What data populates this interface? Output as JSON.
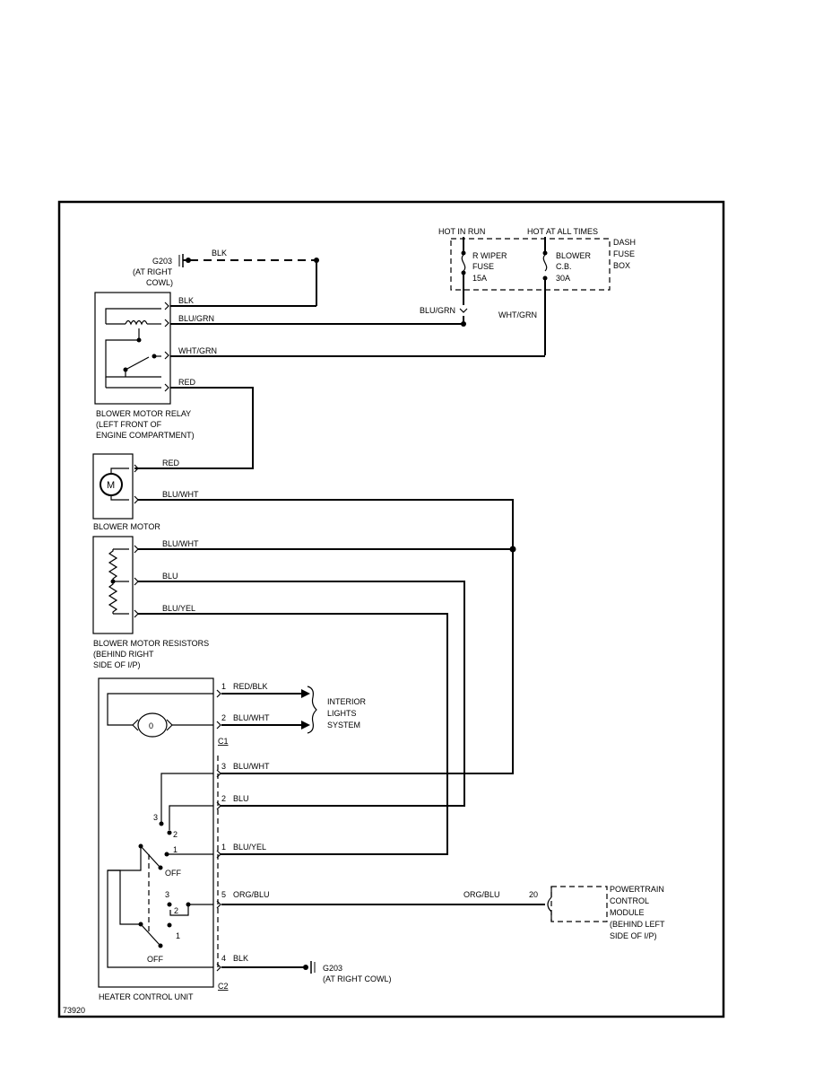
{
  "figure_id": "73920",
  "fuse_box": {
    "hot_in_run": "HOT IN RUN",
    "hot_at_all_times": "HOT AT ALL TIMES",
    "name": [
      "DASH",
      "FUSE",
      "BOX"
    ],
    "wiper_fuse": [
      "R WIPER",
      "FUSE",
      "15A"
    ],
    "blower_cb": [
      "BLOWER",
      "C.B.",
      "30A"
    ]
  },
  "ground_top": {
    "id": "G203",
    "location": [
      "(AT RIGHT",
      "COWL)"
    ]
  },
  "ground_bottom": {
    "id": "G203",
    "location": "(AT RIGHT COWL)"
  },
  "relay": {
    "label": [
      "BLOWER MOTOR RELAY",
      "(LEFT FRONT OF",
      "ENGINE COMPARTMENT)"
    ]
  },
  "motor": {
    "label": "BLOWER MOTOR",
    "symbol": "M"
  },
  "resistors": {
    "label": [
      "BLOWER MOTOR RESISTORS",
      "(BEHIND RIGHT",
      "SIDE OF I/P)"
    ]
  },
  "heater": {
    "label": "HEATER CONTROL UNIT",
    "lamp_symbol": "0",
    "connector_c1": "C1",
    "connector_c2": "C2",
    "switch_positions": {
      "p3": "3",
      "p2": "2",
      "p1": "1",
      "off": "OFF"
    }
  },
  "interior": {
    "label": [
      "INTERIOR",
      "LIGHTS",
      "SYSTEM"
    ]
  },
  "pcm": {
    "label": [
      "POWERTRAIN",
      "CONTROL",
      "MODULE",
      "(BEHIND LEFT",
      "SIDE OF I/P)"
    ],
    "pin": "20"
  },
  "wires": {
    "ground_blk": "BLK",
    "relay_blk": "BLK",
    "relay_blu_grn": "BLU/GRN",
    "fuse_blu_grn": "BLU/GRN",
    "fuse_wht_grn": "WHT/GRN",
    "relay_wht_grn": "WHT/GRN",
    "relay_red": "RED",
    "motor_red": "RED",
    "motor_blu_wht": "BLU/WHT",
    "res_blu_wht": "BLU/WHT",
    "res_blu": "BLU",
    "res_blu_yel": "BLU/YEL",
    "c1_pin1": "RED/BLK",
    "c1_pin2": "BLU/WHT",
    "c2_pin3": "BLU/WHT",
    "c2_pin2": "BLU",
    "c2_pin1": "BLU/YEL",
    "c2_pin5": "ORG/BLU",
    "pcm_org_blu": "ORG/BLU",
    "c2_pin4": "BLK"
  },
  "pins": {
    "c1_1": "1",
    "c1_2": "2",
    "c2_3": "3",
    "c2_2": "2",
    "c2_1": "1",
    "c2_5": "5",
    "c2_4": "4"
  }
}
